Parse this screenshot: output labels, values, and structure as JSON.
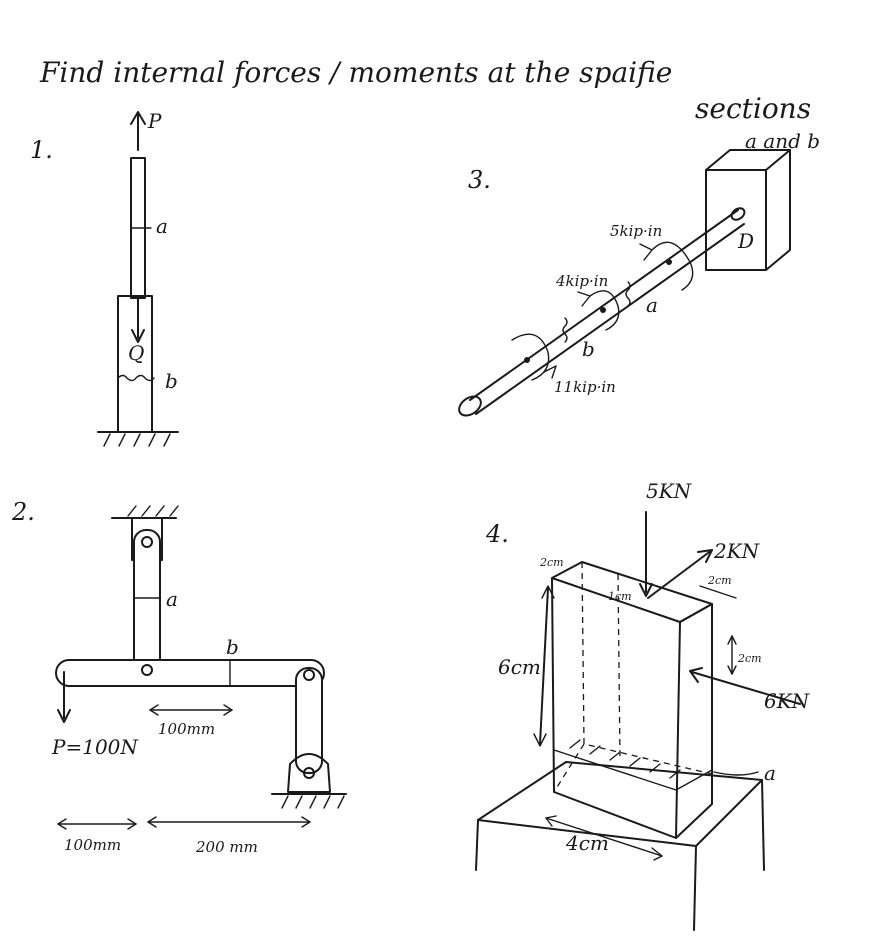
{
  "instruction": {
    "line1": "Find internal forces / moments at the spaifie",
    "line2": "sections",
    "line3": "a and b"
  },
  "problem1": {
    "number": "1.",
    "force_top": "P",
    "force_mid": "Q",
    "section_a": "a",
    "section_b": "b"
  },
  "problem2": {
    "number": "2.",
    "section_a": "a",
    "section_b": "b",
    "load": "P=100N",
    "dim_middle": "100mm",
    "dim_left": "100mm",
    "dim_right": "200 mm"
  },
  "problem3": {
    "number": "3.",
    "support": "D",
    "torque_top": "5kip·in",
    "torque_mid": "4kip·in",
    "torque_bottom": "11kip·in",
    "section_a": "a",
    "section_b": "b"
  },
  "problem4": {
    "number": "4.",
    "load_vertical": "5KN",
    "load_inclined": "2KN",
    "load_side": "6KN",
    "dim_top": "2cm",
    "dim_top_right": "2cm",
    "dim_inner": "1cm",
    "dim_side": "2cm",
    "dim_height": "6cm",
    "dim_width": "4cm",
    "section_a": "a"
  }
}
